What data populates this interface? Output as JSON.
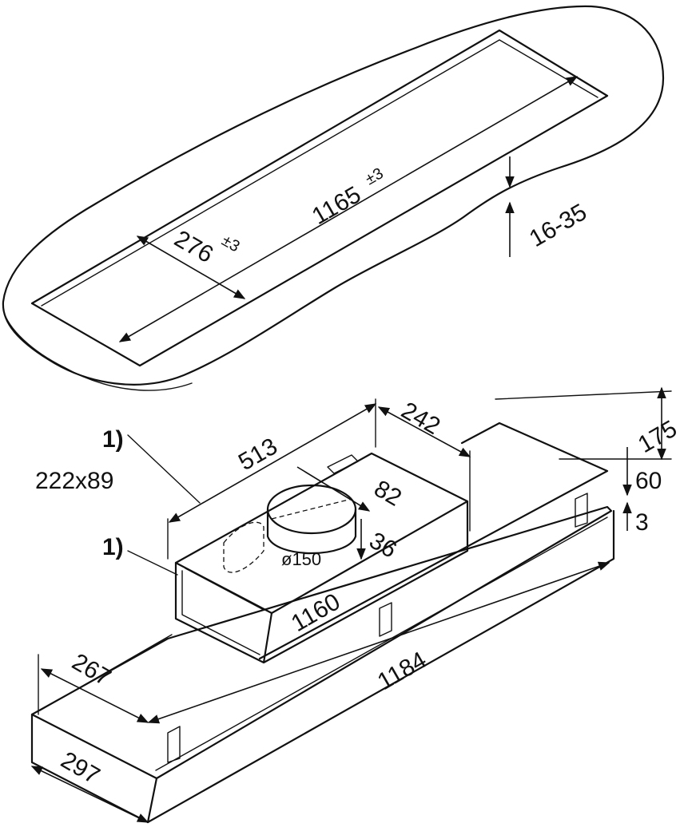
{
  "cutout": {
    "length": "1165",
    "length_tol": "±3",
    "width": "276",
    "width_tol": "±3",
    "thickness": "16-35"
  },
  "hood": {
    "motor_length": "513",
    "motor_width": "242",
    "total_height": "175",
    "body_height": "60",
    "lip": "3",
    "offset_a": "82",
    "offset_b": "36",
    "duct_diameter": "ø150",
    "inner_length": "1160",
    "outer_length": "1184",
    "inner_depth": "267",
    "outer_depth": "297"
  },
  "notes": {
    "note1_marker": "1)",
    "note1_size": "222x89",
    "note2_marker": "1)"
  }
}
